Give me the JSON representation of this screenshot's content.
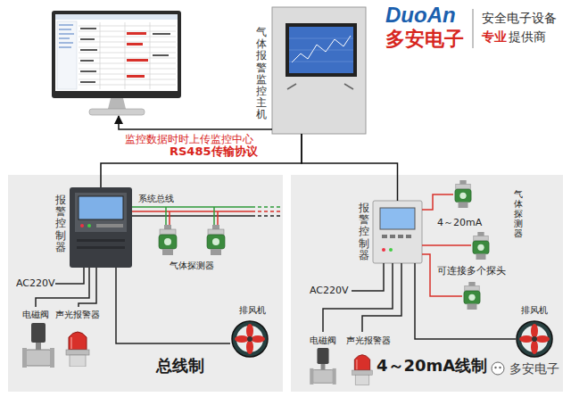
{
  "diagram": {
    "nodes": [
      {
        "text": [
          "监控数据时时上传监控中心"
        ]
      },
      {
        "text": [
          "气体报警监控主机"
        ]
      },
      {
        "text": [
          "总线制"
        ]
      },
      {
        "text": [
          "报警控制器"
        ],
        "in": 2
      },
      {
        "text": [
          "4～20mA线制"
        ]
      },
      {
        "text": [
          "报警控制器"
        ],
        "in": 4
      }
    ],
    "edges": [
      {
        "from": 1,
        "to": 0,
        "arrow": "to"
      },
      {
        "from": 1,
        "to": 3,
        "arrow": "none",
        "label": "RS485传输协议"
      },
      {
        "from": 1,
        "to": 5,
        "arrow": "none"
      }
    ],
    "labels": [
      "DuoAn",
      "多安电子",
      "安全电子设备",
      "专业",
      "提供商",
      "系统总线",
      "气体探测器",
      "AC220V",
      "电磁阀",
      "声光报警器",
      "排风机",
      "4～20mA",
      "气体探测器",
      "可连接多个探头",
      "AC220V",
      "电磁阀",
      "声光报警器",
      "排风机",
      "多安电子"
    ]
  }
}
